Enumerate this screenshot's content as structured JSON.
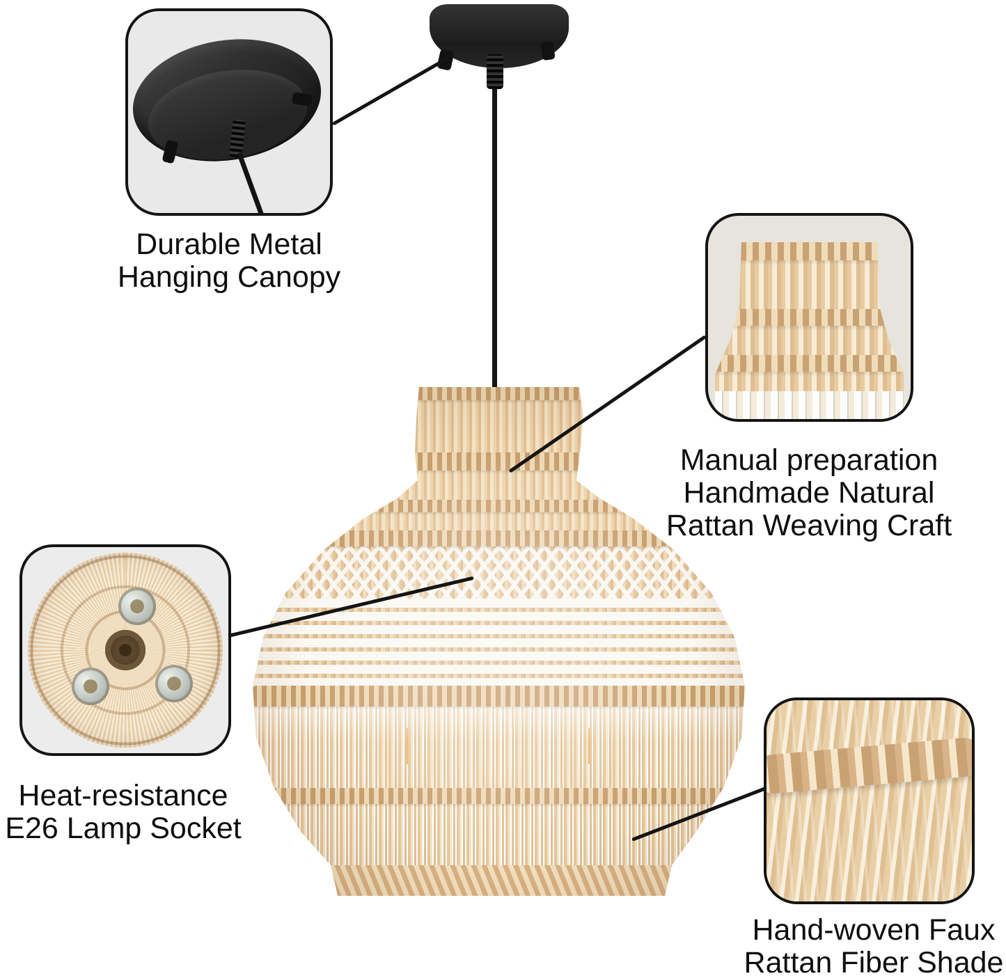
{
  "product": "Rattan pendant light feature diagram",
  "callouts": {
    "canopy": {
      "label_line1": "Durable Metal",
      "label_line2": "Hanging Canopy"
    },
    "weaving": {
      "label_line1": "Manual preparation",
      "label_line2": "Handmade Natural",
      "label_line3": "Rattan Weaving Craft"
    },
    "socket": {
      "label_line1": "Heat-resistance",
      "label_line2": "E26 Lamp Socket"
    },
    "fiber": {
      "label_line1": "Hand-woven Faux",
      "label_line2": "Rattan Fiber Shade"
    }
  },
  "colors": {
    "background": "#ffffff",
    "outline_black": "#141414",
    "callout_background": "#e9e9e9",
    "canopy_metal": "#2b2b2b",
    "rattan_light": "#f4e3c6",
    "rattan_mid": "#e6c69a",
    "rattan_dark": "#c79e6e",
    "weave_white": "#faf8f2",
    "bulb_filament": "#f0a13a"
  }
}
